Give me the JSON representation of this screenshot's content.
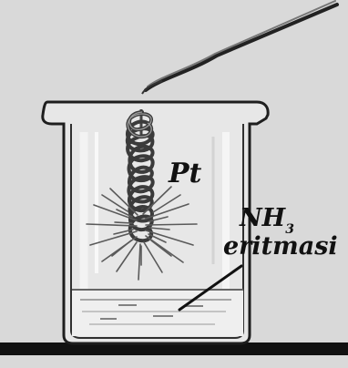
{
  "labels": {
    "catalyst": "Pt",
    "solution_formula": "NH",
    "solution_formula_subscript": "3",
    "solution_word": "eritmasi"
  },
  "colors": {
    "background": "#d9d9d9",
    "surface": "#111111",
    "glass_outline": "#222222",
    "solution_fill": "#eeeeee",
    "wire": "#555555"
  }
}
